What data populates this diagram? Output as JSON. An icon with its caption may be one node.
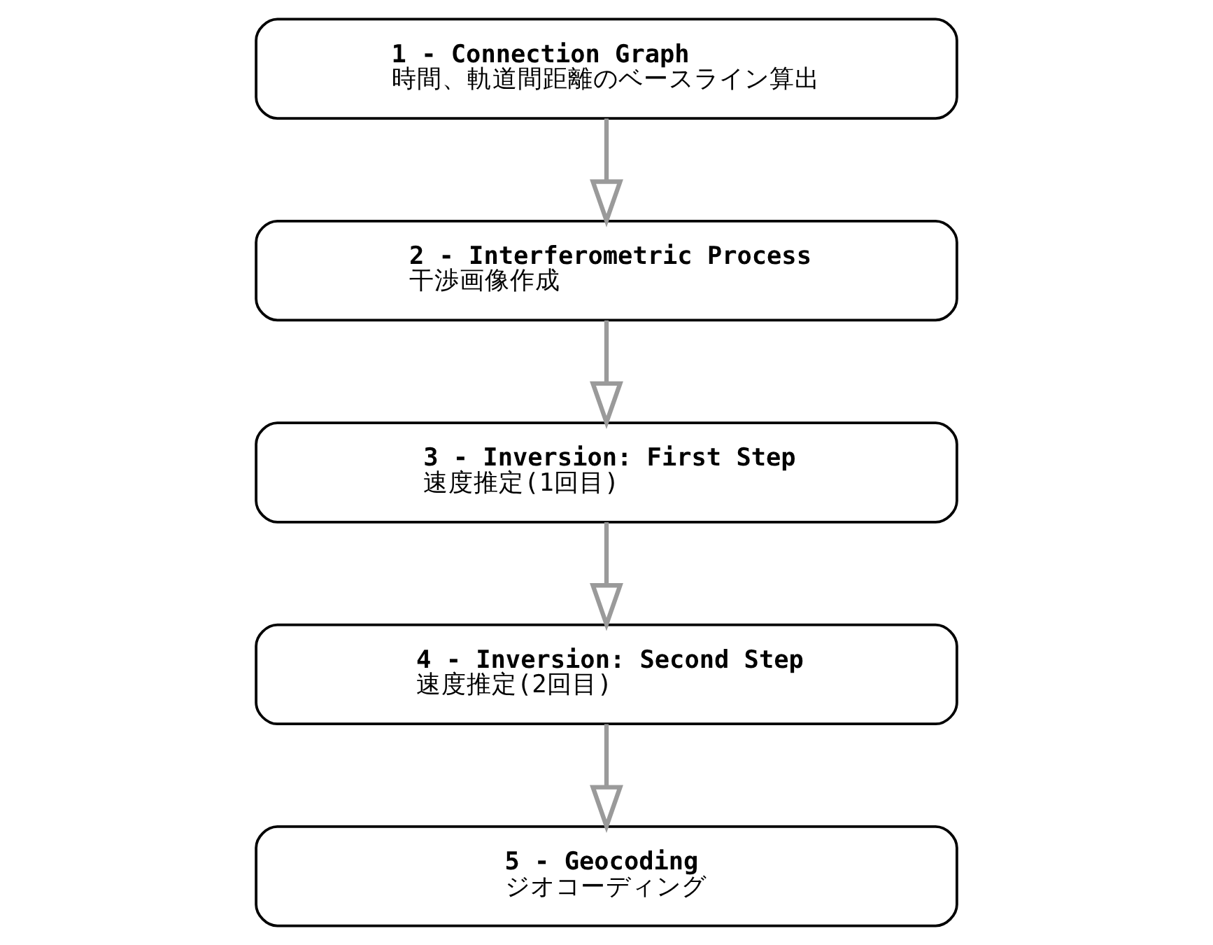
{
  "diagram": {
    "nodes": [
      {
        "text": [
          "1 - Connection Graph",
          "時間、軌道間距離のベースライン算出"
        ]
      },
      {
        "text": [
          "2 - Interferometric Process",
          "干渉画像作成"
        ]
      },
      {
        "text": [
          "3 - Inversion: First Step",
          "速度推定(1回目)"
        ]
      },
      {
        "text": [
          "4 - Inversion: Second Step",
          "速度推定(2回目)"
        ]
      },
      {
        "text": [
          "5 - Geocoding",
          "ジオコーディング"
        ]
      }
    ],
    "edges": [
      {
        "from": 0,
        "to": 1,
        "arrow": "to"
      },
      {
        "from": 1,
        "to": 2,
        "arrow": "to"
      },
      {
        "from": 2,
        "to": 3,
        "arrow": "to"
      },
      {
        "from": 3,
        "to": 4,
        "arrow": "to"
      }
    ]
  }
}
